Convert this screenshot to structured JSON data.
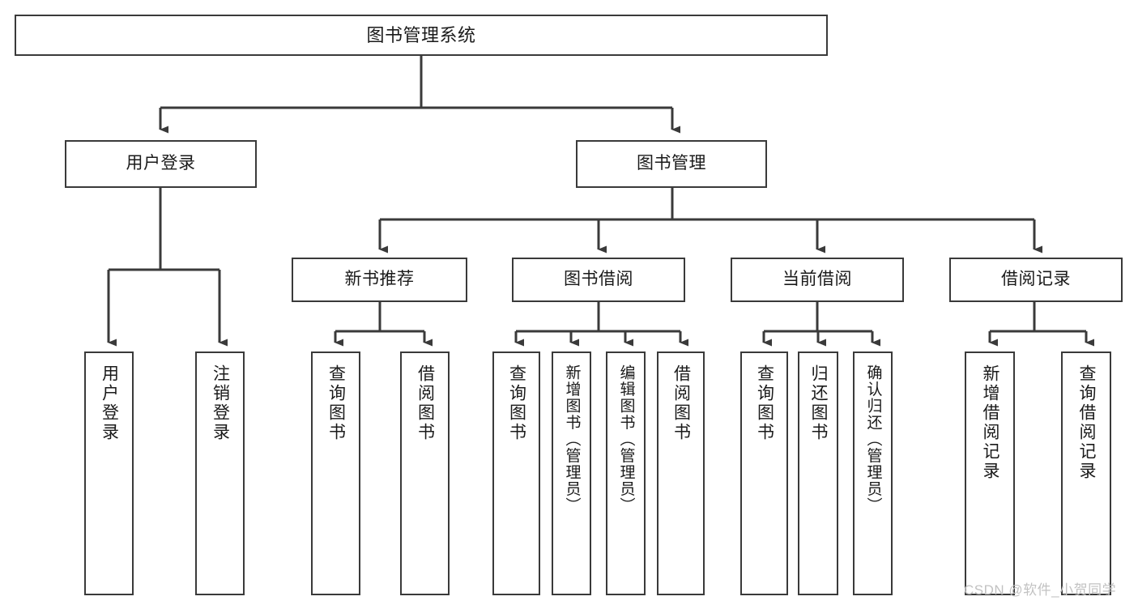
{
  "diagram": {
    "title": "图书管理系统",
    "type": "hierarchy-tree",
    "root": {
      "id": "root",
      "label": "图书管理系统"
    },
    "level1": [
      {
        "id": "user-login",
        "label": "用户登录"
      },
      {
        "id": "book-manage",
        "label": "图书管理"
      }
    ],
    "level2": [
      {
        "id": "new-book-rec",
        "label": "新书推荐",
        "parent": "book-manage"
      },
      {
        "id": "book-borrow",
        "label": "图书借阅",
        "parent": "book-manage"
      },
      {
        "id": "current-borrow",
        "label": "当前借阅",
        "parent": "book-manage"
      },
      {
        "id": "borrow-record",
        "label": "借阅记录",
        "parent": "book-manage"
      }
    ],
    "leaves": {
      "user_login": [
        {
          "id": "leaf-user-login",
          "label": "用户登录"
        },
        {
          "id": "leaf-logout",
          "label": "注销登录"
        }
      ],
      "new_book_rec": [
        {
          "id": "leaf-query-book-1",
          "label": "查询图书"
        },
        {
          "id": "leaf-borrow-book-1",
          "label": "借阅图书"
        }
      ],
      "book_borrow": [
        {
          "id": "leaf-query-book-2",
          "label": "查询图书"
        },
        {
          "id": "leaf-add-book",
          "label": "新增图书（管理员）"
        },
        {
          "id": "leaf-edit-book",
          "label": "编辑图书（管理员）"
        },
        {
          "id": "leaf-borrow-book-2",
          "label": "借阅图书"
        }
      ],
      "current_borrow": [
        {
          "id": "leaf-query-book-3",
          "label": "查询图书"
        },
        {
          "id": "leaf-return-book",
          "label": "归还图书"
        },
        {
          "id": "leaf-confirm-return",
          "label": "确认归还（管理员）"
        }
      ],
      "borrow_record": [
        {
          "id": "leaf-add-record",
          "label": "新增借阅记录"
        },
        {
          "id": "leaf-query-record",
          "label": "查询借阅记录"
        }
      ]
    }
  },
  "watermark": {
    "text": "CSDN @软件_小贺同学"
  },
  "colors": {
    "stroke": "#3a3a3a",
    "background": "#ffffff",
    "text": "#1a1a1a",
    "watermark": "#c2c2c2"
  }
}
